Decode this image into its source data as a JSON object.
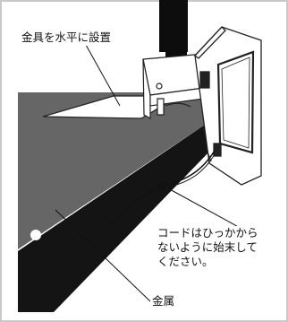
{
  "labels": {
    "mount": "金具を水平に設置",
    "cord": [
      "コードはひっかから",
      "ないように始末して",
      "ください。"
    ],
    "metal": "金属"
  },
  "colors": {
    "background": "#ffffff",
    "border": "#c9c9c9",
    "metal_surface": "#666666",
    "dark_edge": "#141414",
    "pole": "#0d0d0d",
    "line": "#111111"
  }
}
